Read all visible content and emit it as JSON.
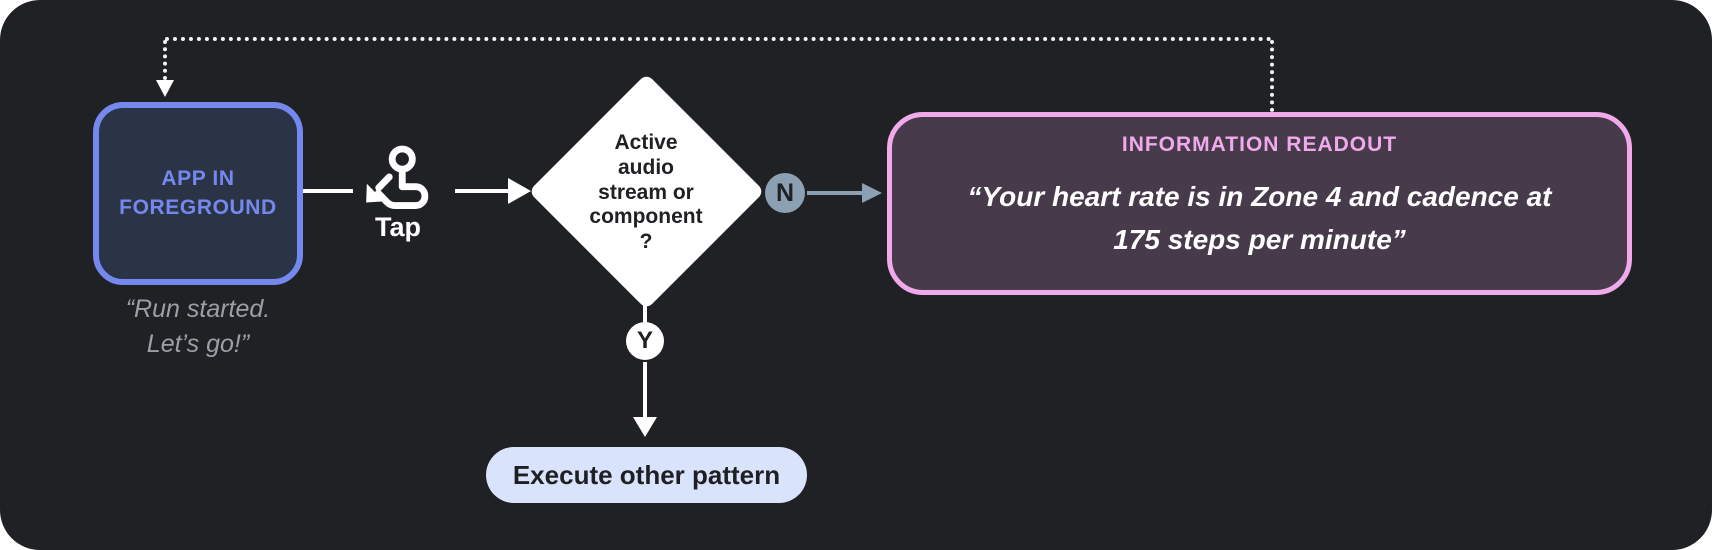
{
  "diagram": {
    "title": "tap gesture audio feedback flow",
    "colors": {
      "canvas_bg": "#202124",
      "app_box_border": "#7488EE",
      "app_box_fill": "#2B3447",
      "app_box_text": "#7488EE",
      "caption_text": "#9AA0A6",
      "diamond_fill": "#FFFFFF",
      "diamond_text": "#202124",
      "branch_badge_slate": "#8CA0B3",
      "readout_border": "#F0AAEC",
      "readout_fill": "#473A4B",
      "readout_title_text": "#F0AAEC",
      "readout_quote_text": "#FFFFFF",
      "pill_fill": "#D9E3FC",
      "pill_text": "#1F2023",
      "flow_line_white": "#FFFFFF"
    },
    "nodes": {
      "app_box": {
        "line1": "APP IN",
        "line2": "FOREGROUND"
      },
      "app_caption": {
        "line1": "“Run started.",
        "line2": "Let’s go!”"
      },
      "tap": {
        "label": "Tap",
        "icon": "tap-gesture-icon"
      },
      "decision": {
        "lines": [
          "Active",
          "audio",
          "stream or",
          "component",
          "?"
        ]
      },
      "branch_no": {
        "label": "N"
      },
      "branch_yes": {
        "label": "Y"
      },
      "readout": {
        "title": "INFORMATION READOUT",
        "quote_line1": "“Your heart rate is in Zone 4 and cadence at",
        "quote_line2": "175 steps per minute”"
      },
      "execute": {
        "label": "Execute other pattern"
      }
    }
  }
}
